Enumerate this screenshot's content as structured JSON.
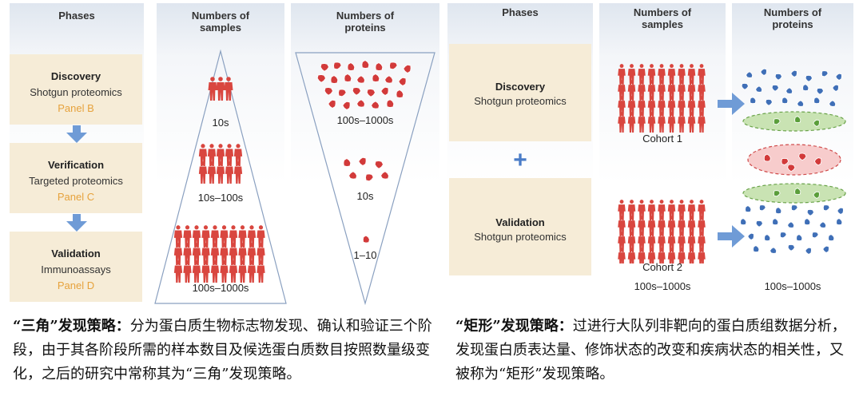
{
  "left": {
    "headers": {
      "phases": "Phases",
      "samples": "Numbers of\nsamples",
      "proteins": "Numbers of\nproteins"
    },
    "phases": [
      {
        "title": "Discovery",
        "method": "Shotgun proteomics",
        "panel": "Panel B"
      },
      {
        "title": "Verification",
        "method": "Targeted proteomics",
        "panel": "Panel C"
      },
      {
        "title": "Validation",
        "method": "Immunoassays",
        "panel": "Panel D"
      }
    ],
    "sample_labels": [
      "10s",
      "10s–100s",
      "100s–1000s"
    ],
    "protein_labels": [
      "100s–1000s",
      "10s",
      "1–10"
    ]
  },
  "right": {
    "headers": {
      "phases": "Phases",
      "samples": "Numbers of\nsamples",
      "proteins": "Numbers of\nproteins"
    },
    "phases": [
      {
        "title": "Discovery",
        "method": "Shotgun proteomics"
      },
      {
        "title": "Validation",
        "method": "Shotgun proteomics"
      }
    ],
    "plus": "+",
    "cohorts": [
      "Cohort 1",
      "Cohort 2"
    ],
    "sample_total": "100s–1000s",
    "protein_total": "100s–1000s"
  },
  "captions": {
    "left_title": "“三角”发现策略：",
    "left_body": "分为蛋白质生物标志物发现、确认和验证三个阶段，由于其各阶段所需的样本数目及候选蛋白质数目按照数量级变化，之后的研究中常称其为“三角”发现策略。",
    "right_title": "“矩形”发现策略：",
    "right_body": "过进行大队列非靶向的蛋白质组数据分析，发现蛋白质表达量、修饰状态的改变和疾病状态的相关性，又被称为“矩形”发现策略。"
  },
  "colors": {
    "person": "#d9463f",
    "protein_red": "#d23a3a",
    "protein_blue": "#3f6fb7",
    "protein_green": "#5a9e3a",
    "arrow": "#6f9bd6",
    "panel_text": "#e6a23c",
    "phase_box": "#f6ecd7"
  }
}
